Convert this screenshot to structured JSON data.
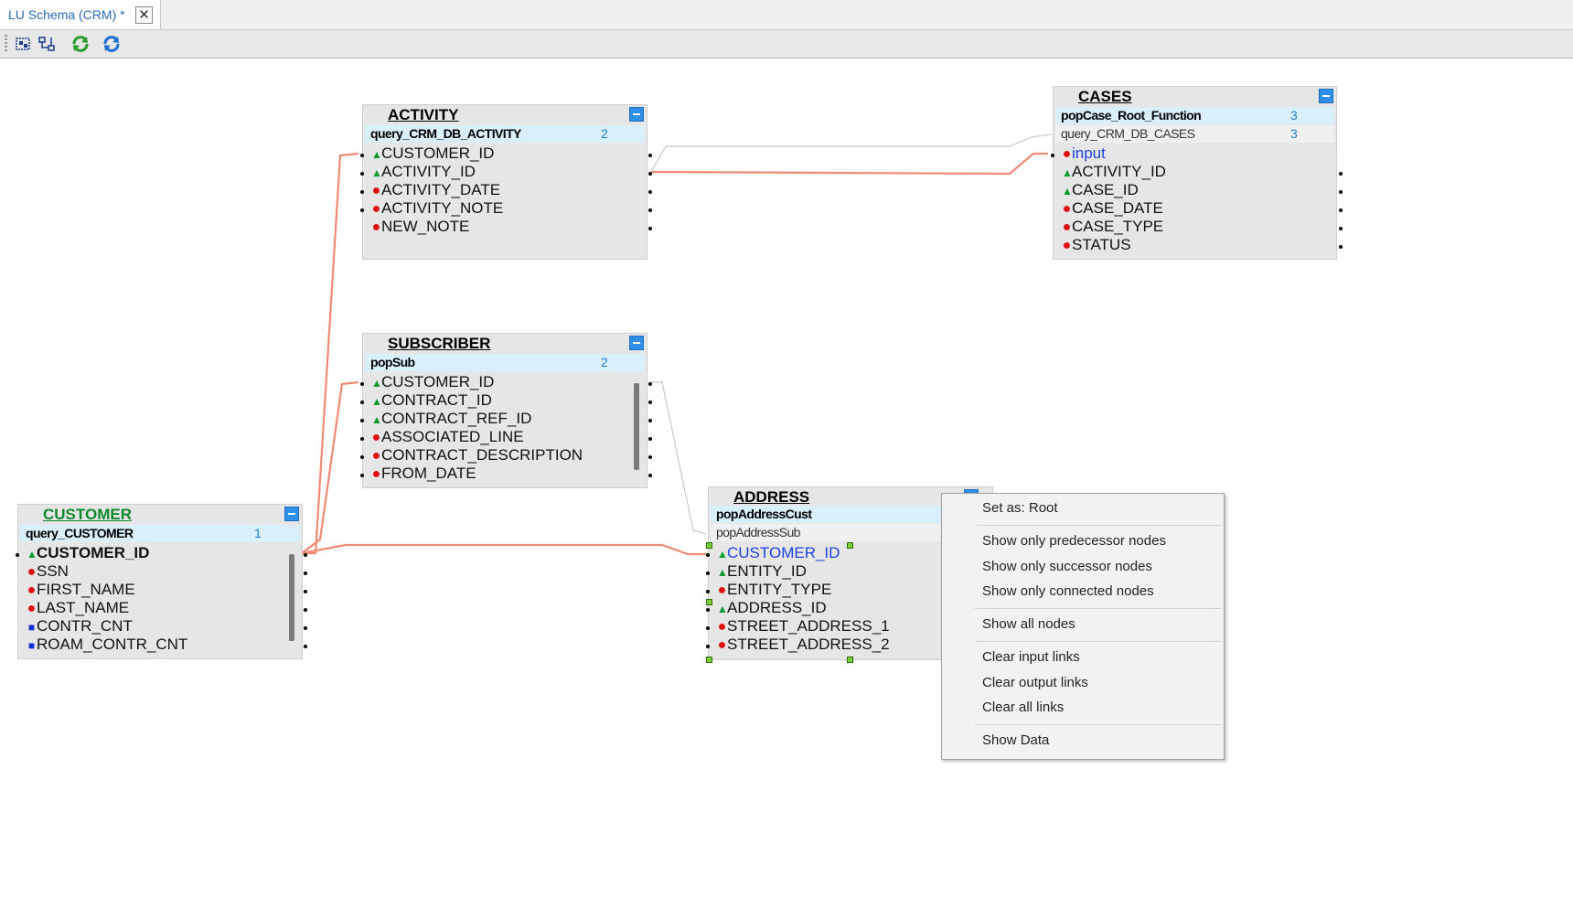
{
  "tab": {
    "title": "LU Schema (CRM) *",
    "close": "✕"
  },
  "toolbar": {
    "buttons": [
      {
        "name": "fit-view-icon"
      },
      {
        "name": "auto-layout-icon"
      },
      {
        "name": "refresh-green-icon"
      },
      {
        "name": "refresh-blue-icon"
      }
    ]
  },
  "nodes": {
    "activity": {
      "title": "ACTIVITY",
      "pops": [
        {
          "name": "query_CRM_DB_ACTIVITY",
          "num": "2"
        }
      ],
      "fields": [
        {
          "label": "CUSTOMER_ID",
          "mark": "▲"
        },
        {
          "label": "ACTIVITY_ID",
          "mark": "▲"
        },
        {
          "label": "ACTIVITY_DATE",
          "mark": "●"
        },
        {
          "label": "ACTIVITY_NOTE",
          "mark": "●"
        },
        {
          "label": "NEW_NOTE",
          "mark": "●"
        }
      ]
    },
    "cases": {
      "title": "CASES",
      "pops": [
        {
          "name": "popCase_Root_Function",
          "num": "3"
        },
        {
          "name": "query_CRM_DB_CASES",
          "num": "3"
        }
      ],
      "fields": [
        {
          "label": "input",
          "mark": "●"
        },
        {
          "label": "ACTIVITY_ID",
          "mark": "▲"
        },
        {
          "label": "CASE_ID",
          "mark": "▲"
        },
        {
          "label": "CASE_DATE",
          "mark": "●"
        },
        {
          "label": "CASE_TYPE",
          "mark": "●"
        },
        {
          "label": "STATUS",
          "mark": "●"
        }
      ]
    },
    "subscriber": {
      "title": "SUBSCRIBER",
      "pops": [
        {
          "name": "popSub",
          "num": "2"
        }
      ],
      "fields": [
        {
          "label": "CUSTOMER_ID",
          "mark": "▲"
        },
        {
          "label": "CONTRACT_ID",
          "mark": "▲"
        },
        {
          "label": "CONTRACT_REF_ID",
          "mark": "▲"
        },
        {
          "label": "ASSOCIATED_LINE",
          "mark": "●"
        },
        {
          "label": "CONTRACT_DESCRIPTION",
          "mark": "●"
        },
        {
          "label": "FROM_DATE",
          "mark": "●"
        }
      ]
    },
    "customer": {
      "title": "CUSTOMER",
      "pops": [
        {
          "name": "query_CUSTOMER",
          "num": "1"
        }
      ],
      "fields": [
        {
          "label": "CUSTOMER_ID",
          "mark": "▲"
        },
        {
          "label": "SSN",
          "mark": "●"
        },
        {
          "label": "FIRST_NAME",
          "mark": "●"
        },
        {
          "label": "LAST_NAME",
          "mark": "●"
        },
        {
          "label": "CONTR_CNT",
          "mark": "■"
        },
        {
          "label": "ROAM_CONTR_CNT",
          "mark": "■"
        }
      ]
    },
    "address": {
      "title": "ADDRESS",
      "pops": [
        {
          "name": "popAddressCust"
        },
        {
          "name": "popAddressSub"
        }
      ],
      "fields": [
        {
          "label": "CUSTOMER_ID",
          "mark": "▲"
        },
        {
          "label": "ENTITY_ID",
          "mark": "▲"
        },
        {
          "label": "ENTITY_TYPE",
          "mark": "●"
        },
        {
          "label": "ADDRESS_ID",
          "mark": "▲"
        },
        {
          "label": "STREET_ADDRESS_1",
          "mark": "●"
        },
        {
          "label": "STREET_ADDRESS_2",
          "mark": "●"
        }
      ]
    }
  },
  "context_menu": {
    "items": [
      "Set as: Root",
      "Show only predecessor nodes",
      "Show only successor nodes",
      "Show only connected nodes",
      "Show all nodes",
      "Clear input links",
      "Clear output links",
      "Clear all links",
      "Show Data"
    ]
  },
  "colors": {
    "link": "#f08a74",
    "accent": "#2f8fe8",
    "selected_pop": "#d9effa"
  }
}
